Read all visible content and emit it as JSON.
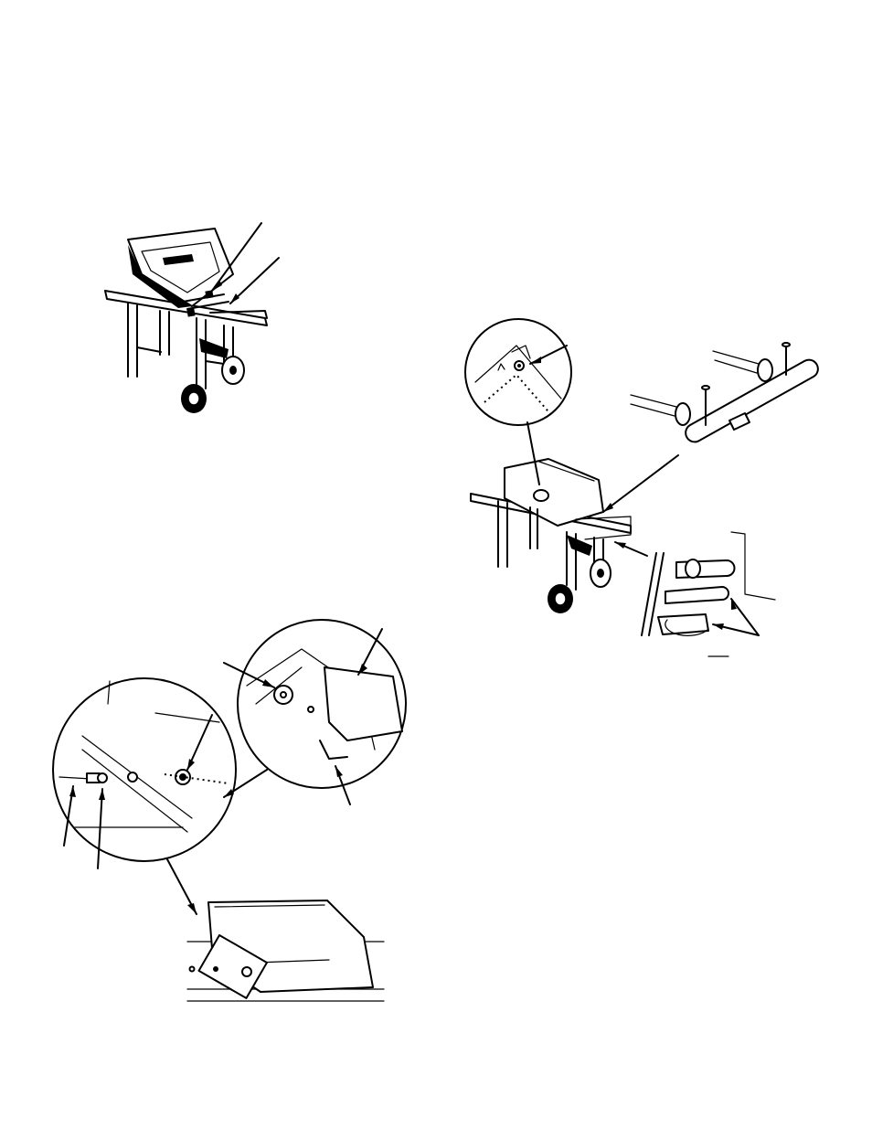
{
  "figures": [
    {
      "id": "grill-cart-burner-mount",
      "callouts": 2
    },
    {
      "id": "burner-tube-insertion",
      "callouts": 4
    },
    {
      "id": "cookbox-bracket-fastening",
      "callouts": 5
    }
  ]
}
